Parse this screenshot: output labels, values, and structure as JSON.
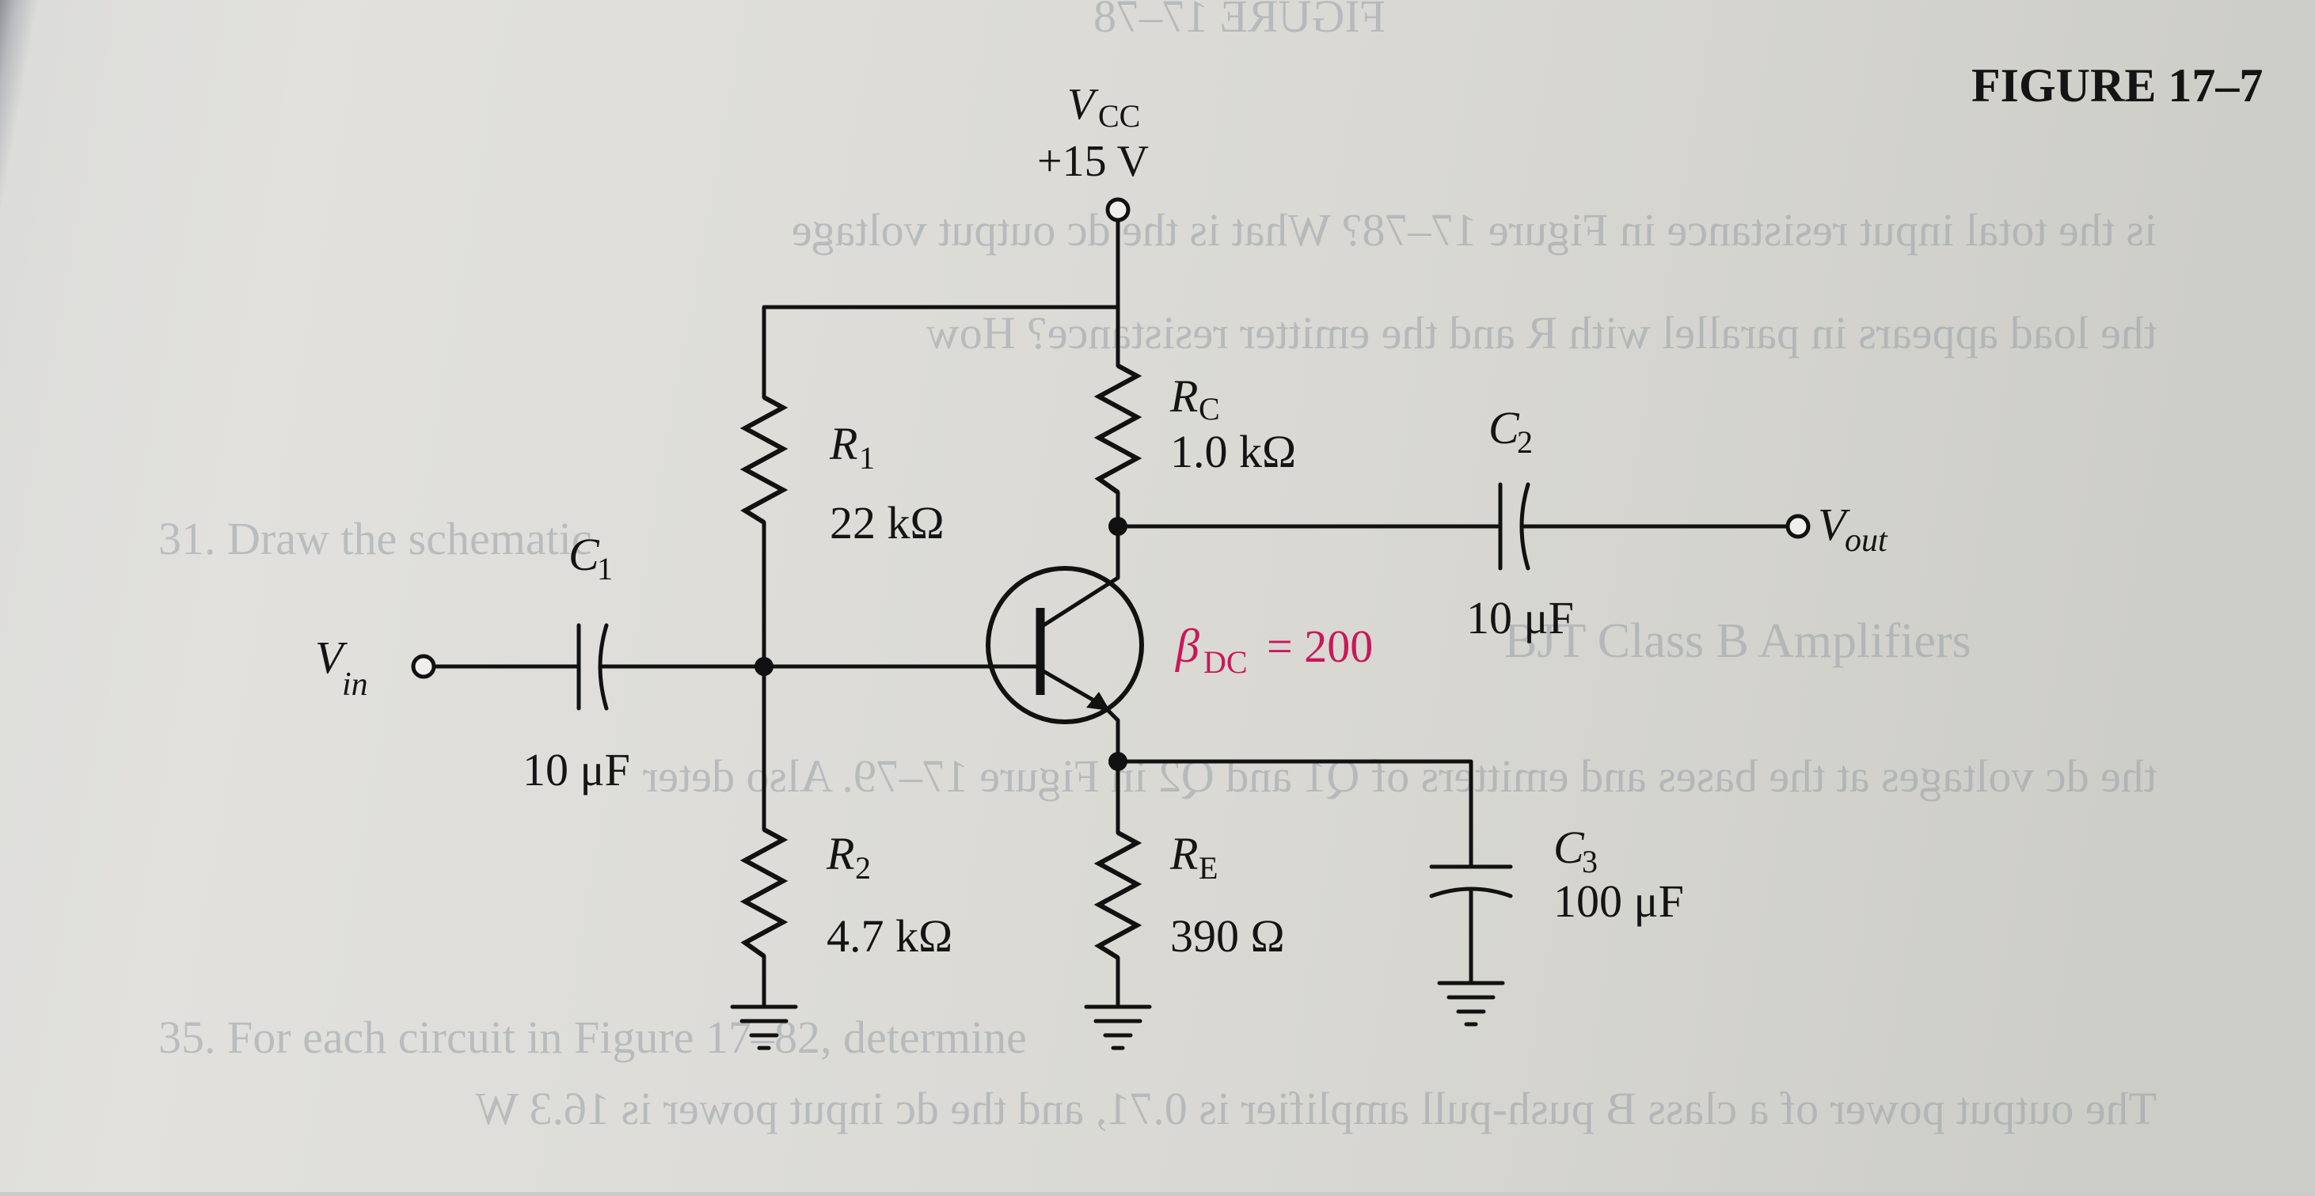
{
  "figure_label": "FIGURE 17–7",
  "vcc": {
    "name": "V",
    "sub": "CC",
    "value": "+15 V"
  },
  "vin": {
    "name": "V",
    "sub": "in"
  },
  "vout": {
    "name": "V",
    "sub": "out"
  },
  "r1": {
    "name": "R",
    "sub": "1",
    "value": "22 kΩ"
  },
  "r2": {
    "name": "R",
    "sub": "2",
    "value": "4.7 kΩ"
  },
  "rc": {
    "name": "R",
    "sub": "C",
    "value": "1.0 kΩ"
  },
  "re": {
    "name": "R",
    "sub": "E",
    "value": "390 Ω"
  },
  "c1": {
    "name": "C",
    "sub": "1",
    "value": "10 μF"
  },
  "c2": {
    "name": "C",
    "sub": "2",
    "value": "10 μF"
  },
  "c3": {
    "name": "C",
    "sub": "3",
    "value": "100 μF"
  },
  "beta": {
    "symbol": "β",
    "sub": "DC",
    "text": "= 200",
    "color": "#c8185a"
  }
}
